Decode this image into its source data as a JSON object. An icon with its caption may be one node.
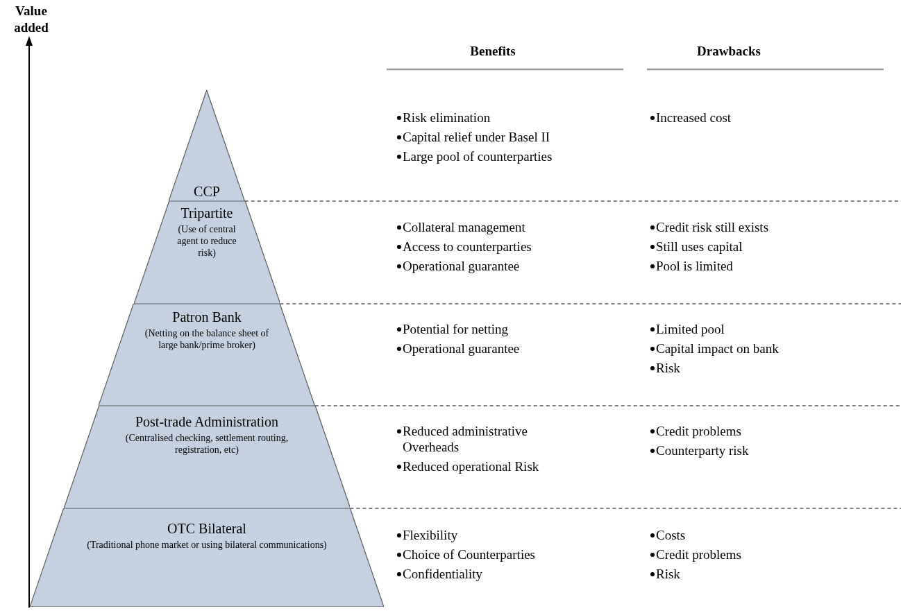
{
  "diagram": {
    "nodes": [
      {
        "text": [
          "CCP"
        ]
      },
      {
        "text": [
          "Tripartite",
          "(Use of central agent to reduce risk)"
        ]
      },
      {
        "text": [
          "Patron Bank",
          "(Netting on the balance sheet of large bank/prime broker)"
        ]
      },
      {
        "text": [
          "Post-trade Administration",
          "(Centralised checking, settlement routing, registration, etc)"
        ]
      },
      {
        "text": [
          "OTC Bilateral",
          "(Traditional phone market or using bilateral communications)"
        ]
      }
    ],
    "labels": [
      "Value added",
      "Benefits",
      "Drawbacks",
      "Risk elimination",
      "Capital relief under Basel II",
      "Large pool of counterparties",
      "Increased cost",
      "Collateral management",
      "Access to counterparties",
      "Operational guarantee",
      "Credit risk still exists",
      "Still uses capital",
      "Pool is limited",
      "Potential for netting",
      "Operational guarantee",
      "Limited pool",
      "Capital impact on bank",
      "Risk",
      "Reduced administrative Overheads",
      "Reduced operational Risk",
      "Credit problems",
      "Counterparty risk",
      "Flexibility",
      "Choice of Counterparties",
      "Confidentiality",
      "Costs",
      "Credit  problems",
      "Risk"
    ]
  }
}
